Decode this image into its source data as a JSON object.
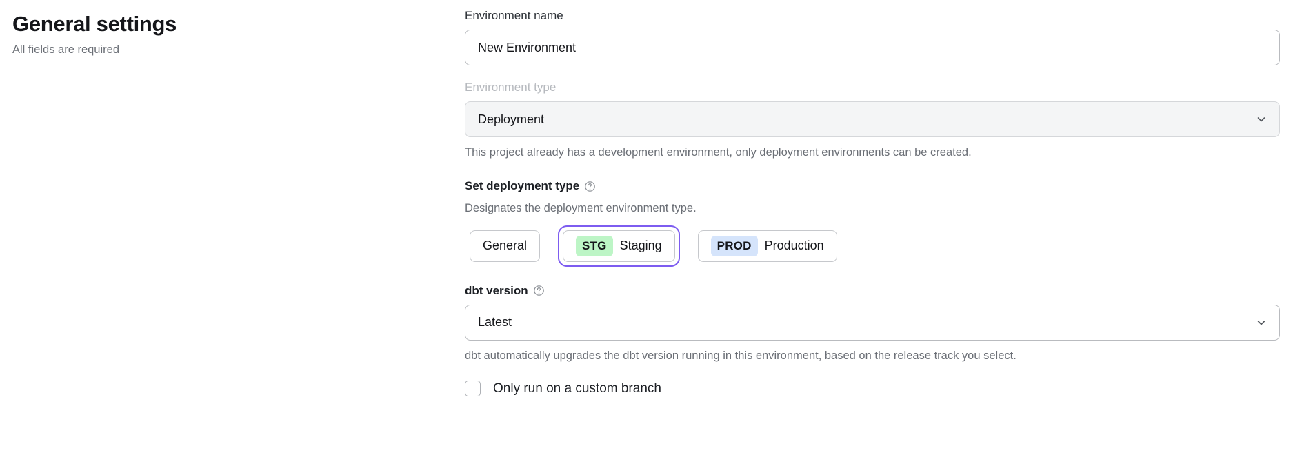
{
  "header": {
    "title": "General settings",
    "subtitle": "All fields are required"
  },
  "form": {
    "environment_name": {
      "label": "Environment name",
      "value": "New Environment",
      "placeholder": "Environment name"
    },
    "environment_type": {
      "label": "Environment type",
      "value": "Deployment",
      "helper": "This project already has a development environment, only deployment environments can be created.",
      "chevron_icon": "chevron-down-icon",
      "disabled": true
    },
    "deployment_type": {
      "label": "Set deployment type",
      "help_icon": "help-circle-icon",
      "description": "Designates the deployment environment type.",
      "selected": "Staging",
      "focus_ring_color": "#7d5cf0",
      "options": [
        {
          "label": "General",
          "badge": null,
          "badge_color": null,
          "selected": false
        },
        {
          "label": "Staging",
          "badge": "STG",
          "badge_color": "#bdf5c6",
          "selected": true
        },
        {
          "label": "Production",
          "badge": "PROD",
          "badge_color": "#d5e4fb",
          "selected": false
        }
      ]
    },
    "dbt_version": {
      "label": "dbt version",
      "help_icon": "help-circle-icon",
      "value": "Latest",
      "chevron_icon": "chevron-down-icon",
      "helper": "dbt automatically upgrades the dbt version running in this environment, based on the release track you select."
    },
    "custom_branch": {
      "label": "Only run on a custom branch",
      "checked": false
    }
  }
}
